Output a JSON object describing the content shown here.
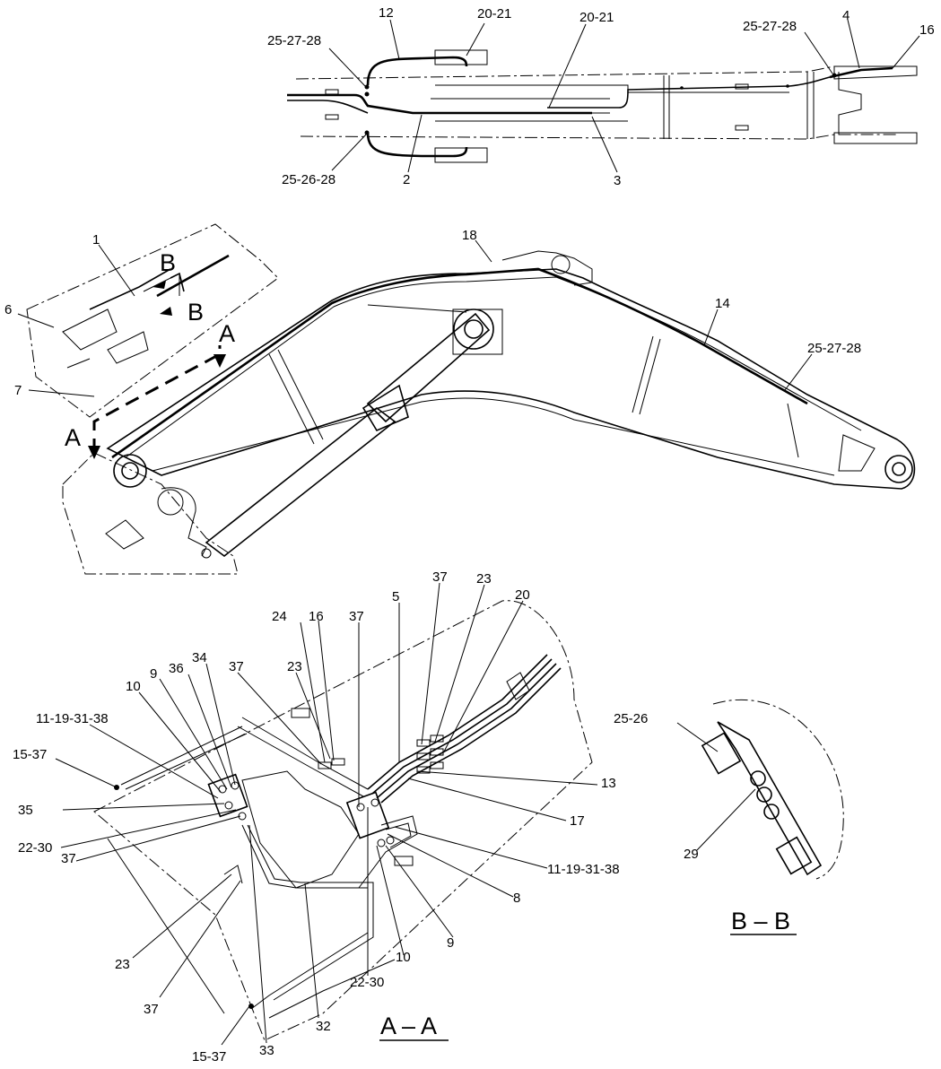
{
  "views": {
    "top": {
      "callouts": [
        "12",
        "20-21",
        "20-21",
        "25-27-28",
        "25-26-28",
        "2",
        "3",
        "25-27-28",
        "4",
        "16"
      ]
    },
    "side": {
      "callouts": [
        "1",
        "6",
        "7",
        "18",
        "14",
        "25-27-28"
      ],
      "section_markers": [
        "B",
        "B",
        "A",
        "A"
      ]
    },
    "section_aa": {
      "title": "A – A",
      "callouts": [
        "5",
        "37",
        "23",
        "20",
        "24",
        "16",
        "37",
        "37",
        "23",
        "34",
        "36",
        "9",
        "10",
        "11-19-31-38",
        "15-37",
        "35",
        "22-30",
        "37",
        "13",
        "17",
        "11-19-31-38",
        "8",
        "9",
        "10",
        "22-30",
        "32",
        "23",
        "37",
        "15-37",
        "33"
      ]
    },
    "section_bb": {
      "title": "B – B",
      "callouts": [
        "25-26",
        "29"
      ]
    }
  }
}
